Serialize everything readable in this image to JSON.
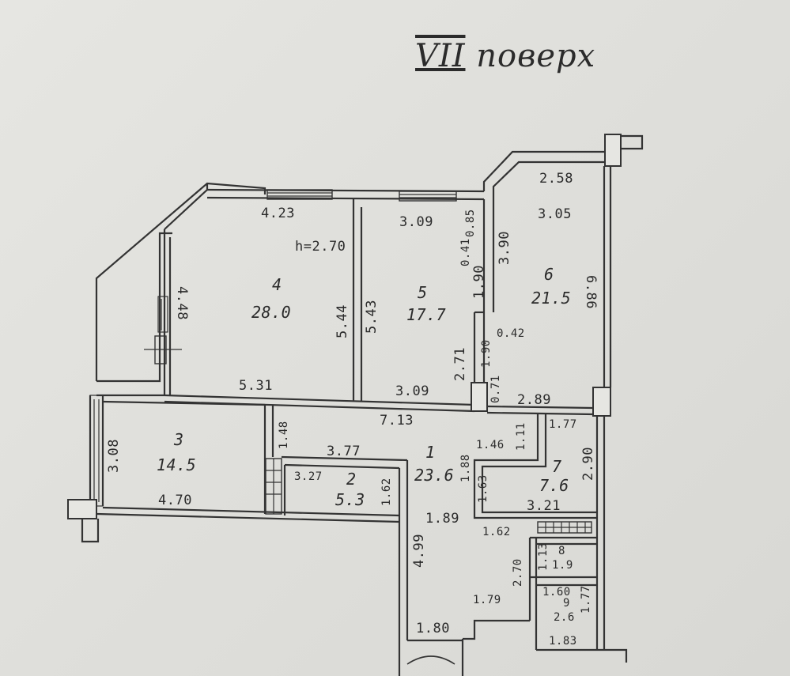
{
  "title": {
    "roman": "VII",
    "word": "поверх"
  },
  "rooms": [
    {
      "number": "1",
      "area": "23.6"
    },
    {
      "number": "2",
      "area": "5.3"
    },
    {
      "number": "3",
      "area": "14.5"
    },
    {
      "number": "4",
      "area": "28.0"
    },
    {
      "number": "5",
      "area": "17.7"
    },
    {
      "number": "6",
      "area": "21.5"
    },
    {
      "number": "7",
      "area": "7.6"
    },
    {
      "number": "8",
      "area": "1.9"
    },
    {
      "number": "9",
      "area": "2.6"
    }
  ],
  "ceiling_height": "h=2.70",
  "dimensions": {
    "r4_top": "4.23",
    "r4_left": "4.48",
    "r4_right": "5.44",
    "r4_bottom": "5.31",
    "r5_top": "3.09",
    "r5_left": "5.43",
    "r5_bottom": "3.09",
    "r5_d085": "0.85",
    "r5_d041": "0.41",
    "r5_d190a": "1.90",
    "r5_d271": "2.71",
    "r5_d190b": "1.90",
    "r5_d042": "0.42",
    "r5_d071": "0.71",
    "r6_top": "2.58",
    "r6_d305": "3.05",
    "r6_d390": "3.90",
    "r6_right": "6.86",
    "r6_bottom": "2.89",
    "corr_713": "7.13",
    "r3_left": "3.08",
    "r3_bottom": "4.70",
    "d148": "1.48",
    "d377": "3.77",
    "r2_top": "3.27",
    "r2_right": "1.62",
    "d146": "1.46",
    "d111": "1.11",
    "d188": "1.88",
    "d163": "1.63",
    "d189": "1.89",
    "r7_top": "1.77",
    "r7_right": "2.90",
    "r7_bottom": "3.21",
    "d162": "1.62",
    "d499": "4.99",
    "d270": "2.70",
    "r8_side": "1.13",
    "d179": "1.79",
    "r9_top": "1.60",
    "r9_side": "1.77",
    "r9_bottom": "1.83",
    "d180": "1.80"
  }
}
